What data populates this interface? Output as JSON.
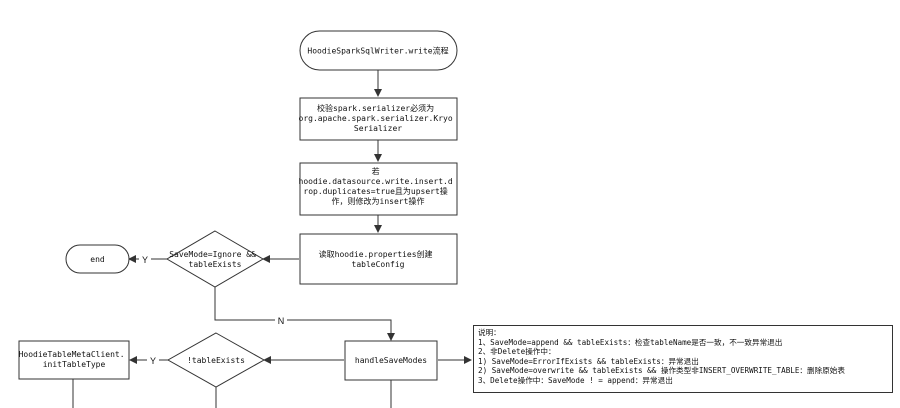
{
  "nodes": {
    "start": "HoodieSparkSqlWriter.write流程",
    "step1": [
      "校验spark.serializer必须为",
      "org.apache.spark.serializer.Kryo",
      "Serializer"
    ],
    "step2": [
      "若",
      "hoodie.datasource.write.insert.d",
      "rop.duplicates=true且为upsert操",
      "作，则修改为insert操作"
    ],
    "step3": [
      "读取hoodie.properties创建",
      "tableConfig"
    ],
    "decision1": [
      "SaveMode=Ignore &&",
      "tableExists"
    ],
    "end": "end",
    "step4": "handleSaveModes",
    "decision2": "!tableExists",
    "step5": [
      "HoodieTableMetaClient.",
      "initTableType"
    ]
  },
  "edges": {
    "yes1": "Y",
    "no1": "N",
    "yes2": "Y"
  },
  "note": {
    "lines": [
      "说明：",
      "1、SaveMode=append && tableExists：检查tableName是否一致，不一致异常退出",
      "2、非Delete操作中：",
      "1) SaveMode=ErrorIfExists && tableExists：异常退出",
      "2) SaveMode=overwrite && tableExists && 操作类型非INSERT_OVERWRITE_TABLE：删除原始表",
      "3、Delete操作中：SaveMode ! = append：异常退出"
    ]
  }
}
